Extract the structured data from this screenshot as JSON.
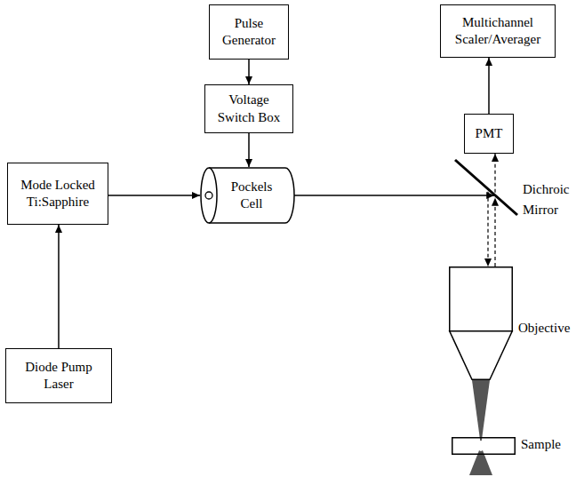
{
  "diagram": {
    "nodes": [
      {
        "text": [
          "Pulse Generator"
        ]
      },
      {
        "text": [
          "Multichannel Scaler/Averager"
        ]
      },
      {
        "text": [
          "Voltage Switch Box"
        ]
      },
      {
        "text": [
          "PMT"
        ]
      },
      {
        "text": [
          "Mode Locked Ti:Sapphire"
        ]
      },
      {
        "text": [
          "Pockels Cell"
        ]
      },
      {
        "text": [
          "Dichroic Mirror"
        ]
      },
      {
        "text": [
          "Objective"
        ]
      },
      {
        "text": [
          "Sample"
        ]
      },
      {
        "text": [
          "Diode Pump Laser"
        ]
      }
    ],
    "edges": [
      {
        "from": 0,
        "to": 2,
        "arrow": "to"
      },
      {
        "from": 2,
        "to": 5,
        "arrow": "to"
      },
      {
        "from": 4,
        "to": 5,
        "arrow": "to"
      },
      {
        "from": 5,
        "to": 6,
        "arrow": "to"
      },
      {
        "from": 6,
        "to": 3,
        "arrow": "to"
      },
      {
        "from": 6,
        "to": 7,
        "arrow": "to"
      },
      {
        "from": 7,
        "to": 6,
        "arrow": "to"
      },
      {
        "from": 3,
        "to": 1,
        "arrow": "to"
      },
      {
        "from": 9,
        "to": 4,
        "arrow": "to"
      }
    ]
  }
}
